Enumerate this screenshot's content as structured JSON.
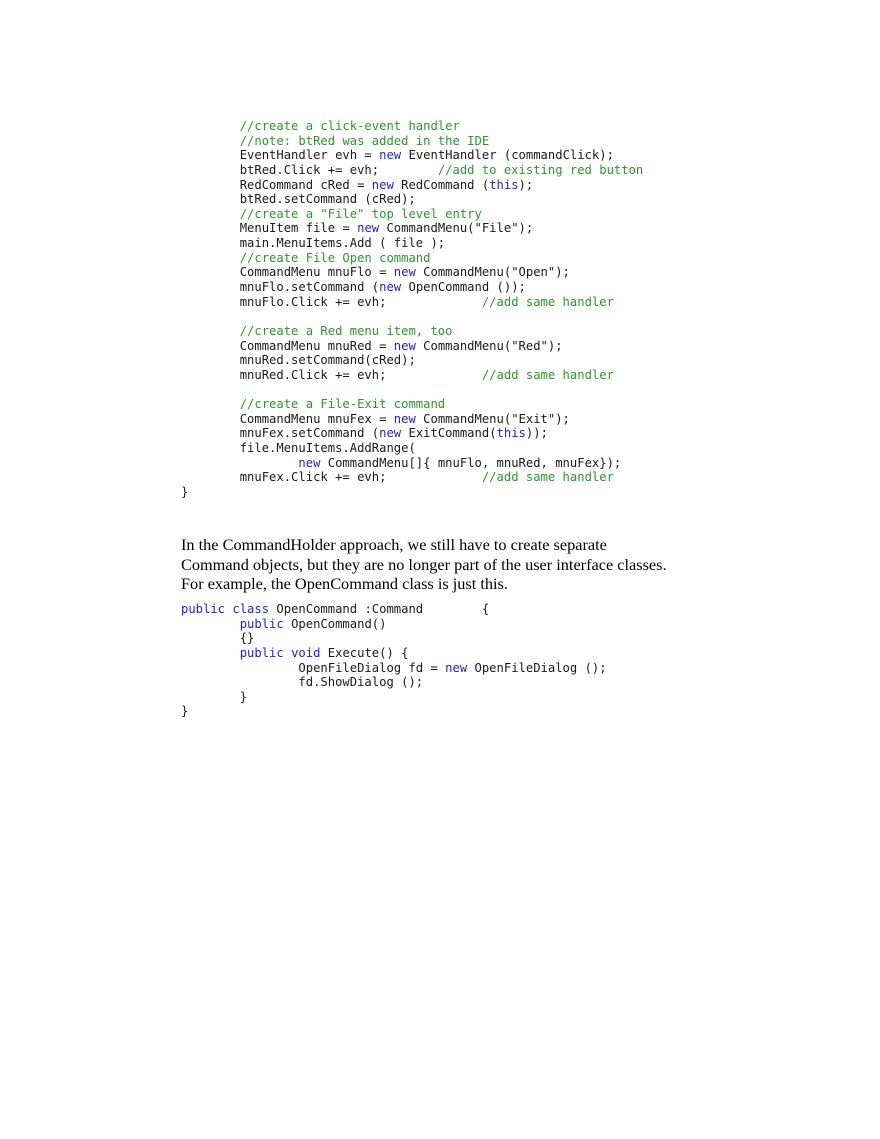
{
  "colors": {
    "keyword": "#1f1fd6",
    "comment": "#2e962e",
    "text": "#1a1a1a"
  },
  "code_block_1": {
    "lines": [
      [
        {
          "t": "cm",
          "v": "        //create a click-event handler"
        }
      ],
      [
        {
          "t": "cm",
          "v": "        //note: btRed was added in the IDE"
        }
      ],
      [
        {
          "t": "tx",
          "v": "        EventHandler evh = "
        },
        {
          "t": "kw",
          "v": "new"
        },
        {
          "t": "tx",
          "v": " EventHandler (commandClick);"
        }
      ],
      [
        {
          "t": "tx",
          "v": "        btRed.Click += evh;        "
        },
        {
          "t": "cm",
          "v": "//add to existing red button"
        }
      ],
      [
        {
          "t": "tx",
          "v": "        RedCommand cRed = "
        },
        {
          "t": "kw",
          "v": "new"
        },
        {
          "t": "tx",
          "v": " RedCommand ("
        },
        {
          "t": "kw",
          "v": "this"
        },
        {
          "t": "tx",
          "v": ");"
        }
      ],
      [
        {
          "t": "tx",
          "v": "        btRed.setCommand (cRed);"
        }
      ],
      [
        {
          "t": "cm",
          "v": "        //create a \"File\" top level entry"
        }
      ],
      [
        {
          "t": "tx",
          "v": "        MenuItem file = "
        },
        {
          "t": "kw",
          "v": "new"
        },
        {
          "t": "tx",
          "v": " CommandMenu(\"File\");"
        }
      ],
      [
        {
          "t": "tx",
          "v": "        main.MenuItems.Add ( file );"
        }
      ],
      [
        {
          "t": "cm",
          "v": "        //create File Open command"
        }
      ],
      [
        {
          "t": "tx",
          "v": "        CommandMenu mnuFlo = "
        },
        {
          "t": "kw",
          "v": "new"
        },
        {
          "t": "tx",
          "v": " CommandMenu(\"Open\");"
        }
      ],
      [
        {
          "t": "tx",
          "v": "        mnuFlo.setCommand ("
        },
        {
          "t": "kw",
          "v": "new"
        },
        {
          "t": "tx",
          "v": " OpenCommand ());"
        }
      ],
      [
        {
          "t": "tx",
          "v": "        mnuFlo.Click += evh;             "
        },
        {
          "t": "cm",
          "v": "//add same handler"
        }
      ],
      [],
      [
        {
          "t": "cm",
          "v": "        //create a Red menu item, too"
        }
      ],
      [
        {
          "t": "tx",
          "v": "        CommandMenu mnuRed = "
        },
        {
          "t": "kw",
          "v": "new"
        },
        {
          "t": "tx",
          "v": " CommandMenu(\"Red\");"
        }
      ],
      [
        {
          "t": "tx",
          "v": "        mnuRed.setCommand(cRed);"
        }
      ],
      [
        {
          "t": "tx",
          "v": "        mnuRed.Click += evh;             "
        },
        {
          "t": "cm",
          "v": "//add same handler"
        }
      ],
      [],
      [
        {
          "t": "cm",
          "v": "        //create a File-Exit command"
        }
      ],
      [
        {
          "t": "tx",
          "v": "        CommandMenu mnuFex = "
        },
        {
          "t": "kw",
          "v": "new"
        },
        {
          "t": "tx",
          "v": " CommandMenu(\"Exit\");"
        }
      ],
      [
        {
          "t": "tx",
          "v": "        mnuFex.setCommand ("
        },
        {
          "t": "kw",
          "v": "new"
        },
        {
          "t": "tx",
          "v": " ExitCommand("
        },
        {
          "t": "kw",
          "v": "this"
        },
        {
          "t": "tx",
          "v": "));"
        }
      ],
      [
        {
          "t": "tx",
          "v": "        file.MenuItems.AddRange("
        }
      ],
      [
        {
          "t": "tx",
          "v": "                "
        },
        {
          "t": "kw",
          "v": "new"
        },
        {
          "t": "tx",
          "v": " CommandMenu[]{ mnuFlo, mnuRed, mnuFex});"
        }
      ],
      [
        {
          "t": "tx",
          "v": "        mnuFex.Click += evh;             "
        },
        {
          "t": "cm",
          "v": "//add same handler"
        }
      ],
      [
        {
          "t": "tx",
          "v": "}"
        }
      ]
    ]
  },
  "paragraph": {
    "lines": [
      "In the CommandHolder approach, we still have to create separate",
      "Command objects, but they are no longer part of the user interface classes.",
      "For example, the OpenCommand class is just this."
    ]
  },
  "code_block_2": {
    "lines": [
      [
        {
          "t": "kw",
          "v": "public"
        },
        {
          "t": "tx",
          "v": " "
        },
        {
          "t": "kw",
          "v": "class"
        },
        {
          "t": "tx",
          "v": " OpenCommand :Command        {"
        }
      ],
      [
        {
          "t": "tx",
          "v": "        "
        },
        {
          "t": "kw",
          "v": "public"
        },
        {
          "t": "tx",
          "v": " OpenCommand()"
        }
      ],
      [
        {
          "t": "tx",
          "v": "        {}"
        }
      ],
      [
        {
          "t": "tx",
          "v": "        "
        },
        {
          "t": "kw",
          "v": "public"
        },
        {
          "t": "tx",
          "v": " "
        },
        {
          "t": "kw",
          "v": "void"
        },
        {
          "t": "tx",
          "v": " Execute() {"
        }
      ],
      [
        {
          "t": "tx",
          "v": "                OpenFileDialog fd = "
        },
        {
          "t": "kw",
          "v": "new"
        },
        {
          "t": "tx",
          "v": " OpenFileDialog ();"
        }
      ],
      [
        {
          "t": "tx",
          "v": "                fd.ShowDialog ();"
        }
      ],
      [
        {
          "t": "tx",
          "v": "        }"
        }
      ],
      [
        {
          "t": "tx",
          "v": "}"
        }
      ]
    ]
  }
}
